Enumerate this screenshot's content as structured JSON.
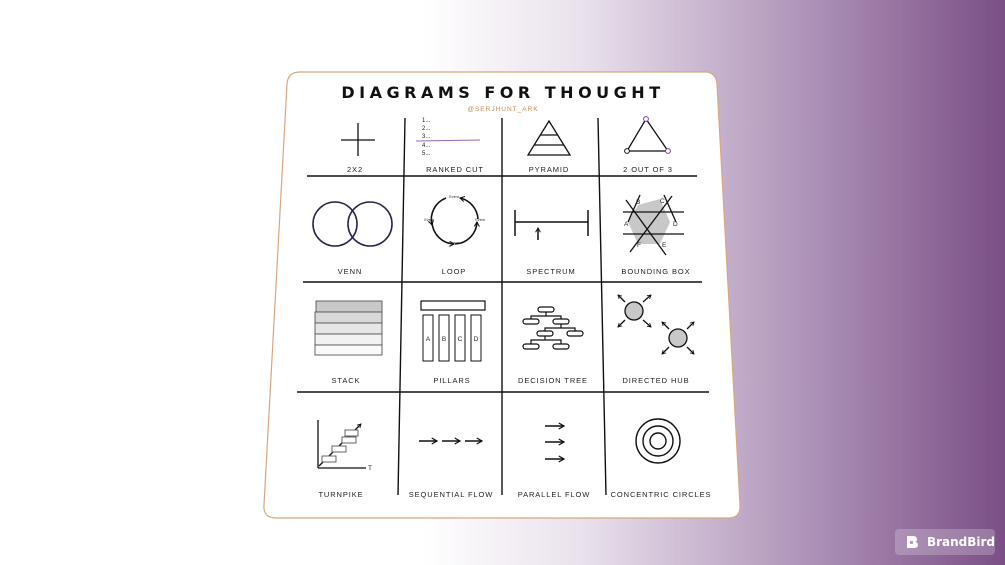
{
  "title": "DIAGRAMS FOR THOUGHT",
  "handle": "@SERJHUNT_ARK",
  "ranked_items": [
    "1...",
    "2...",
    "3...",
    "4...",
    "5..."
  ],
  "cells": [
    {
      "label": "2X2",
      "icon": "2x2-cross-icon"
    },
    {
      "label": "RANKED CUT",
      "icon": "ranked-cut-icon"
    },
    {
      "label": "PYRAMID",
      "icon": "pyramid-icon"
    },
    {
      "label": "2 OUT OF 3",
      "icon": "triangle-icon"
    },
    {
      "label": "VENN",
      "icon": "venn-icon"
    },
    {
      "label": "LOOP",
      "icon": "loop-icon"
    },
    {
      "label": "SPECTRUM",
      "icon": "spectrum-icon"
    },
    {
      "label": "BOUNDING BOX",
      "icon": "bounding-box-icon"
    },
    {
      "label": "STACK",
      "icon": "stack-icon"
    },
    {
      "label": "PILLARS",
      "icon": "pillars-icon"
    },
    {
      "label": "DECISION TREE",
      "icon": "decision-tree-icon"
    },
    {
      "label": "DIRECTED HUB",
      "icon": "directed-hub-icon"
    },
    {
      "label": "TURNPIKE",
      "icon": "turnpike-icon"
    },
    {
      "label": "SEQUENTIAL FLOW",
      "icon": "sequential-flow-icon"
    },
    {
      "label": "PARALLEL FLOW",
      "icon": "parallel-flow-icon"
    },
    {
      "label": "CONCENTRIC CIRCLES",
      "icon": "concentric-circles-icon"
    }
  ],
  "loop_nodes": [
    "Event",
    "Event",
    "Event",
    "Event"
  ],
  "bounding_box_letters": [
    "A",
    "B",
    "C",
    "D",
    "E",
    "F"
  ],
  "pillar_letters": [
    "A",
    "B",
    "C",
    "D"
  ],
  "turnpike_axis_label": "T",
  "brand": {
    "name": "BrandBird",
    "icon": "brandbird-logo-icon"
  },
  "colors": {
    "accent": "#7a3fa0",
    "handle": "#c9864e",
    "card_border": "#d7a77f",
    "fill_gray": "#c8c8c8",
    "bg_purple": "#7a4f86"
  }
}
